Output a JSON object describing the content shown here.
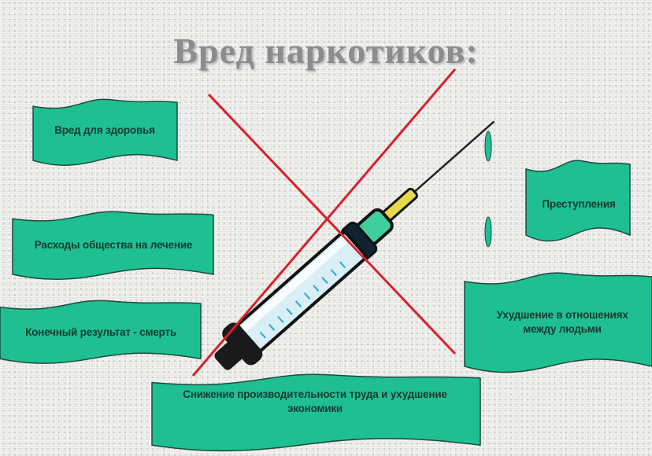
{
  "title": "Вред наркотиков:",
  "colors": {
    "flag": "#1fbf94",
    "flag_outline": "#1d4a3a",
    "cross": "#d8202a",
    "title": "#8c8c8c"
  },
  "flags": [
    {
      "text": "Вред для здоровья"
    },
    {
      "text": "Расходы общества на лечение"
    },
    {
      "text": "Конечный результат - смерть"
    },
    {
      "text": "Преступления"
    },
    {
      "line1": "Ухудшение в отношениях",
      "line2": "между людьми"
    },
    {
      "line1": "Снижение производительности труда и ухудшение",
      "line2": "экономики"
    }
  ],
  "icons": {
    "center": "syringe-icon",
    "overlay": "red-cross-icon"
  }
}
